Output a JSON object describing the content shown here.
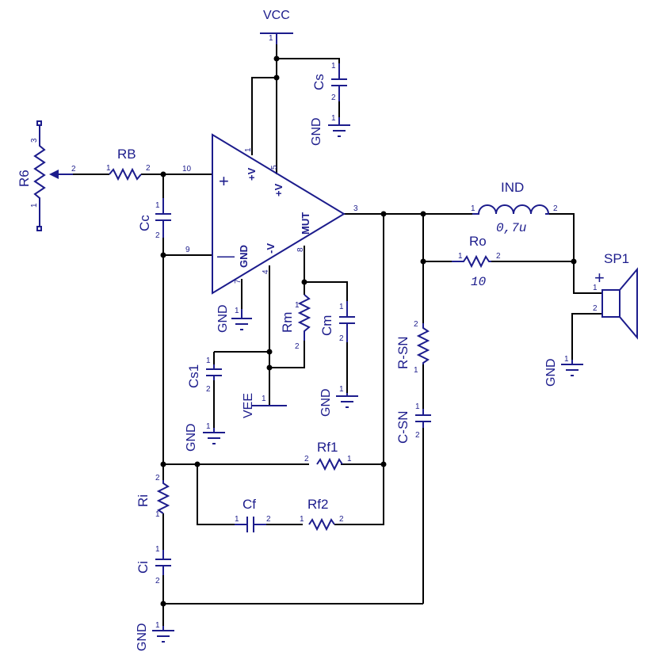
{
  "labels": {
    "vcc": "VCC",
    "vee": "VEE",
    "gnd": "GND",
    "r6": "R6",
    "rb": "RB",
    "cc": "Cc",
    "cs": "Cs",
    "cs1": "Cs1",
    "rm": "Rm",
    "cm": "Cm",
    "ind": "IND",
    "ind_value": "0,7u",
    "ro": "Ro",
    "ro_value": "10",
    "sp1": "SP1",
    "rsn": "R-SN",
    "csn": "C-SN",
    "rf1": "Rf1",
    "rf2": "Rf2",
    "cf": "Cf",
    "ri": "Ri",
    "ci": "Ci"
  },
  "opamp": {
    "plus_sign": "+",
    "minus_sign": "—",
    "plus_v": "+V",
    "plus_v2": "+V",
    "minus_v": "-V",
    "gnd_pin": "GND",
    "mute_pin": "MUT",
    "pin_in_plus": "10",
    "pin_in_minus": "9",
    "pin_out": "3",
    "pin_v1": "1",
    "pin_v5": "5",
    "pin_gnd": "7",
    "pin_negv": "4",
    "pin_mute": "8"
  },
  "pins": {
    "one": "1",
    "two": "2",
    "three": "3"
  },
  "speaker_plus": "+"
}
